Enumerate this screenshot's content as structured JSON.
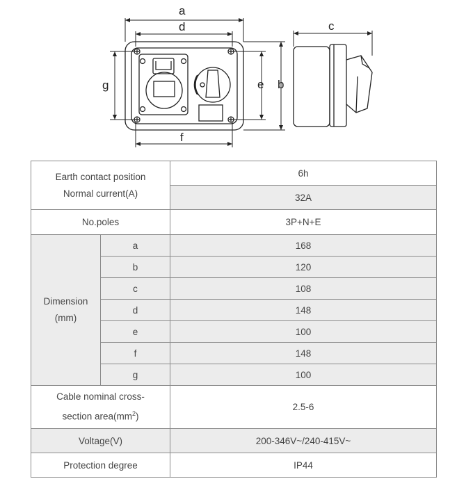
{
  "drawing": {
    "labels": {
      "a": "a",
      "b": "b",
      "c": "c",
      "d": "d",
      "e": "e",
      "f": "f",
      "g": "g"
    }
  },
  "table": {
    "earth": {
      "label_line1": "Earth contact position",
      "label_line2": "Normal current(A)",
      "value1": "6h",
      "value2": "32A"
    },
    "poles": {
      "label": "No.poles",
      "value": "3P+N+E"
    },
    "dimension": {
      "label_line1": "Dimension",
      "label_line2": "(mm)",
      "rows": [
        {
          "key": "a",
          "value": "168"
        },
        {
          "key": "b",
          "value": "120"
        },
        {
          "key": "c",
          "value": "108"
        },
        {
          "key": "d",
          "value": "148"
        },
        {
          "key": "e",
          "value": "100"
        },
        {
          "key": "f",
          "value": "148"
        },
        {
          "key": "g",
          "value": "100"
        }
      ]
    },
    "cable": {
      "label_line1": "Cable nominal cross-",
      "label_line2": "section area(mm",
      "label_sup": "2",
      "label_close": ")",
      "value": "2.5-6"
    },
    "voltage": {
      "label": "Voltage(V)",
      "value": "200-346V~/240-415V~"
    },
    "protection": {
      "label": "Protection degree",
      "value": "IP44"
    }
  }
}
